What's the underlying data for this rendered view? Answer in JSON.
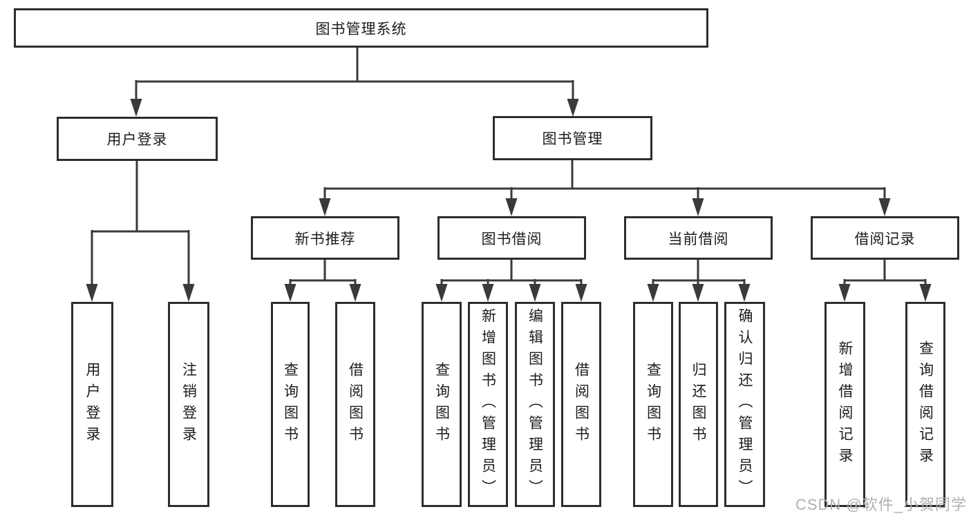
{
  "diagram": {
    "root": {
      "label": "图书管理系统"
    },
    "branches": [
      {
        "label": "用户登录",
        "children": [
          {
            "label": "用户登录"
          },
          {
            "label": "注销登录"
          }
        ]
      },
      {
        "label": "图书管理",
        "children": [
          {
            "label": "新书推荐",
            "children": [
              {
                "label": "查询图书"
              },
              {
                "label": "借阅图书"
              }
            ]
          },
          {
            "label": "图书借阅",
            "children": [
              {
                "label": "查询图书"
              },
              {
                "label": "新增图书（管理员）"
              },
              {
                "label": "编辑图书（管理员）"
              },
              {
                "label": "借阅图书"
              }
            ]
          },
          {
            "label": "当前借阅",
            "children": [
              {
                "label": "查询图书"
              },
              {
                "label": "归还图书"
              },
              {
                "label": "确认归还（管理员）"
              }
            ]
          },
          {
            "label": "借阅记录",
            "children": [
              {
                "label": "新增借阅记录"
              },
              {
                "label": "查询借阅记录"
              }
            ]
          }
        ]
      }
    ]
  },
  "watermark": "CSDN @软件_小贺同学",
  "colors": {
    "line": "#3a3a3a",
    "box_border": "#2d2d2d",
    "text": "#1c1c1c",
    "watermark": "#b0b0b0",
    "background": "#ffffff"
  }
}
